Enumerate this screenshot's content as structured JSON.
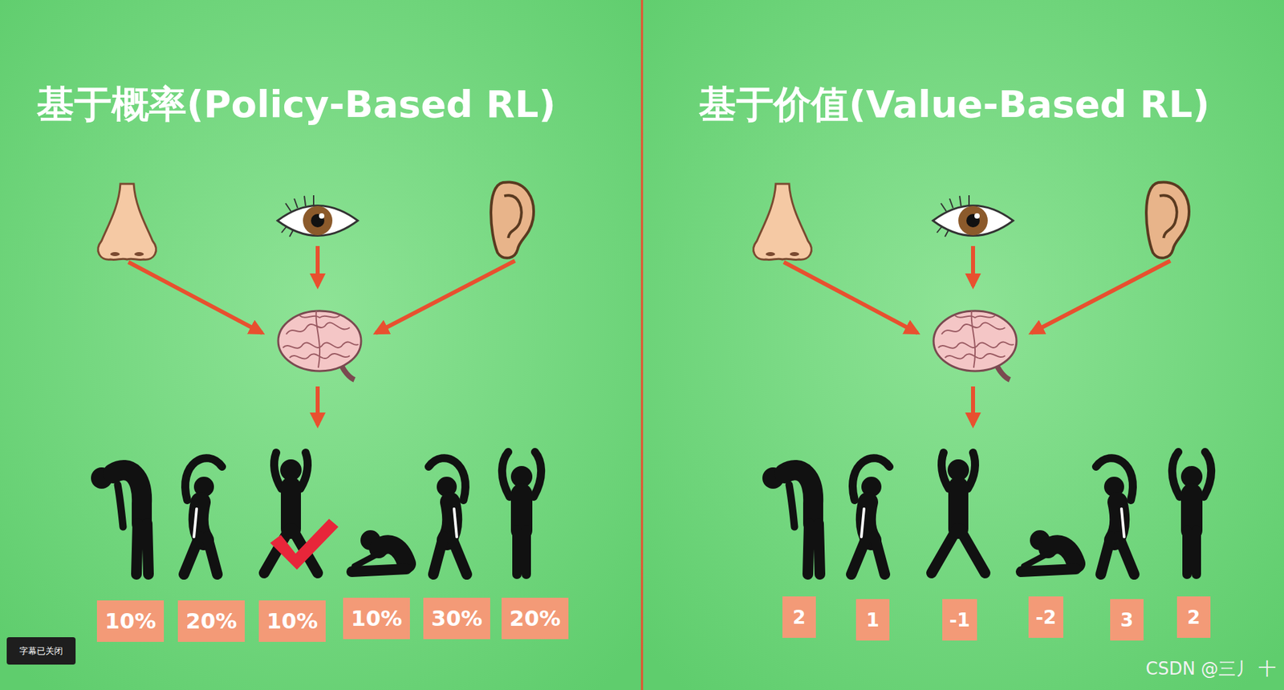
{
  "diagram": {
    "nodes": [
      {
        "text": [
          "基于概率(Policy-Based RL)"
        ]
      },
      {
        "text": [
          "10%"
        ],
        "in": 0
      },
      {
        "text": [
          "20%"
        ],
        "in": 0
      },
      {
        "text": [
          "10%"
        ],
        "in": 0
      },
      {
        "text": [
          "10%"
        ],
        "in": 0
      },
      {
        "text": [
          "30%"
        ],
        "in": 0
      },
      {
        "text": [
          "20%"
        ],
        "in": 0
      },
      {
        "text": [
          "基于价值(Value-Based RL)"
        ]
      },
      {
        "text": [
          "2"
        ],
        "in": 7
      },
      {
        "text": [
          "1"
        ],
        "in": 7
      },
      {
        "text": [
          "-1"
        ],
        "in": 7
      },
      {
        "text": [
          "-2"
        ],
        "in": 7
      },
      {
        "text": [
          "3"
        ],
        "in": 7
      },
      {
        "text": [
          "2"
        ],
        "in": 7
      },
      {
        "text": [
          "字幕已关闭"
        ]
      }
    ],
    "labels": [
      "CSDN @三丿 十"
    ]
  }
}
